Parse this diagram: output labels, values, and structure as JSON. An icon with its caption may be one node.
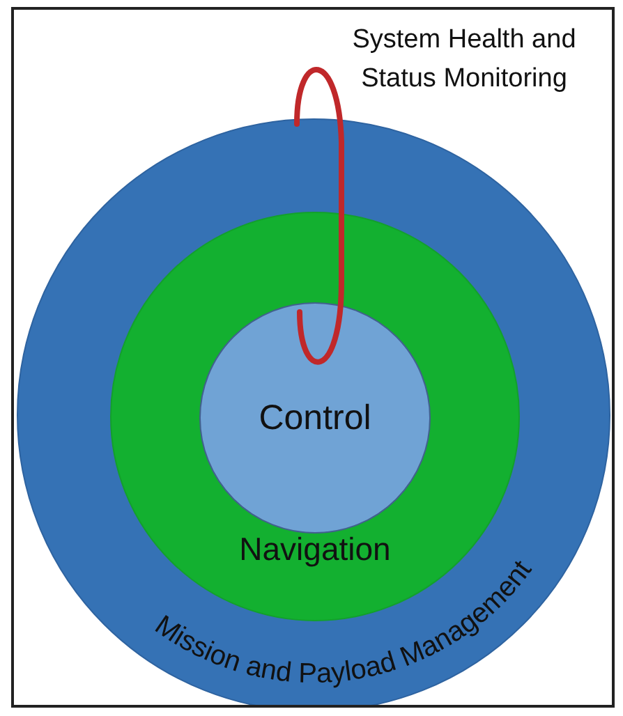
{
  "diagram": {
    "nodes": [
      {
        "text": [
          "Mission and Payload Management"
        ]
      },
      {
        "text": [
          "Navigation"
        ],
        "in": 0
      },
      {
        "text": [
          "Control"
        ],
        "in": 1
      },
      {
        "text": [
          "System Health and Status Monitoring"
        ]
      }
    ]
  }
}
